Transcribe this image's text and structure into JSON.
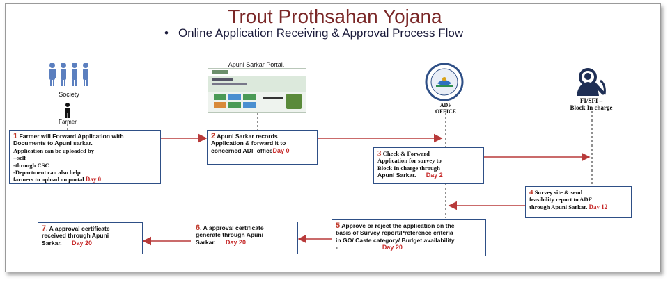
{
  "header": {
    "title": "Trout Prothsahan Yojana",
    "subtitle": "Online Application Receiving & Approval Process Flow"
  },
  "actors": {
    "society": "Society",
    "farmer": "Farmer",
    "portal": "Apuni Sarkar Portal.",
    "adf_line1": "ADF",
    "adf_line2": "OFFICE",
    "fi_line1": "FI/SFI –",
    "fi_line2": "Block In charge"
  },
  "steps": {
    "s1": {
      "num": "1",
      "lines": [
        "Farmer will Forward Application with",
        "Documents to Apuni sarkar.",
        "Application can be uploaded  by",
        "--self",
        "-through CSC",
        "-Department can also help",
        "farmers to upload on portal"
      ],
      "day": "Day 0"
    },
    "s2": {
      "num": "2",
      "lines": [
        "Apuni Sarkar records",
        "Application & forward it to",
        "concerned ADF office"
      ],
      "day": "Day 0"
    },
    "s3": {
      "num": "3",
      "lines": [
        "Check & Forward",
        "Application for survey to",
        "Block In charge through",
        "Apuni Sarkar."
      ],
      "day": "Day 2"
    },
    "s4": {
      "num": "4",
      "lines": [
        "Survey site & send",
        "feasibility report to ADF",
        "through Apuni Sarkar."
      ],
      "day": "Day 12"
    },
    "s5": {
      "num": "5",
      "lines": [
        "Approve or reject the application on the",
        "basis of Survey report/Preference criteria",
        "in GO/ Caste category/ Budget availability",
        "-"
      ],
      "day": "Day 20"
    },
    "s6": {
      "num": "6",
      "lines": [
        ". A approval certificate",
        "generate through Apuni",
        "Sarkar."
      ],
      "day": "Day 20"
    },
    "s7": {
      "num": "7",
      "lines": [
        ". A approval certificate",
        "received through Apuni",
        "Sarkar."
      ],
      "day": "Day 20"
    }
  },
  "colors": {
    "title": "#7a2727",
    "box_border": "#2e4f86",
    "arrow": "#b83a3a",
    "day": "#c62828"
  }
}
